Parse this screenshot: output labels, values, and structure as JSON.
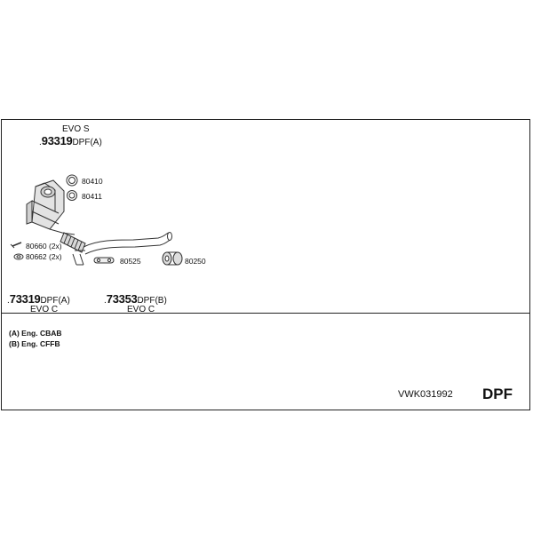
{
  "header_part": {
    "variant": "EVO S",
    "prefix": ".",
    "number": "93319",
    "suffix": "DPF(A)"
  },
  "callouts": {
    "ring_top": "80410",
    "ring_bottom": "80411",
    "bolt": "80660 (2x)",
    "nut": "80662 (2x)",
    "gasket": "80525",
    "clamp": "80250"
  },
  "parts": [
    {
      "prefix": ".",
      "number": "73319",
      "suffix": "DPF(A)",
      "variant": "EVO C"
    },
    {
      "prefix": ".",
      "number": "73353",
      "suffix": "DPF(B)",
      "variant": "EVO C"
    }
  ],
  "notes": [
    "(A) Eng. CBAB",
    "(B) Eng. CFFB"
  ],
  "footer": {
    "code": "VWK031992",
    "category": "DPF"
  }
}
